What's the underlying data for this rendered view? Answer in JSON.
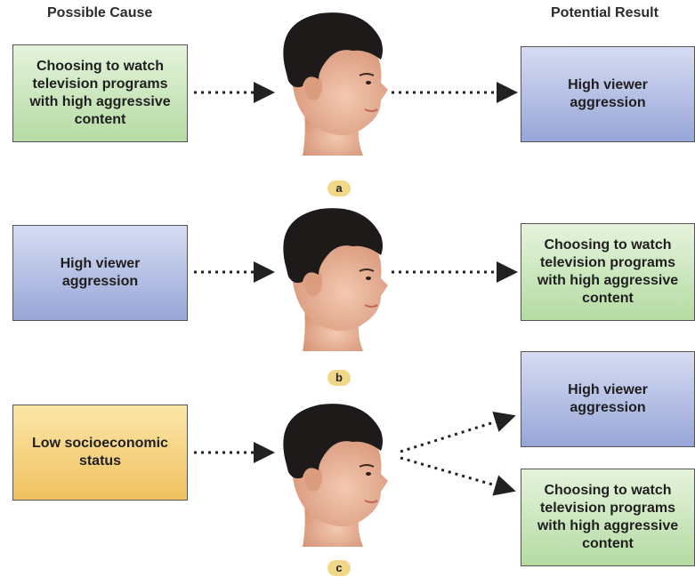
{
  "headers": {
    "cause": "Possible Cause",
    "result": "Potential Result"
  },
  "panels": [
    {
      "label": "a",
      "cause": "Choosing to watch television programs with high aggressive content",
      "results": [
        "High viewer aggression"
      ]
    },
    {
      "label": "b",
      "cause": "High viewer aggression",
      "results": [
        "Choosing to watch television programs with high aggressive content"
      ]
    },
    {
      "label": "c",
      "cause": "Low socioeconomic status",
      "results": [
        "High viewer aggression",
        "Choosing to watch television programs with high aggressive content"
      ]
    }
  ],
  "colors": {
    "green_box": "#b5dba3",
    "blue_box": "#98a6d8",
    "yellow_box": "#f0c160",
    "badge": "#f1d888",
    "hair": "#1e1a1a",
    "skin": "#e9b59a"
  },
  "icons": [
    "boy-head-profile-icon",
    "dotted-arrow-icon"
  ]
}
